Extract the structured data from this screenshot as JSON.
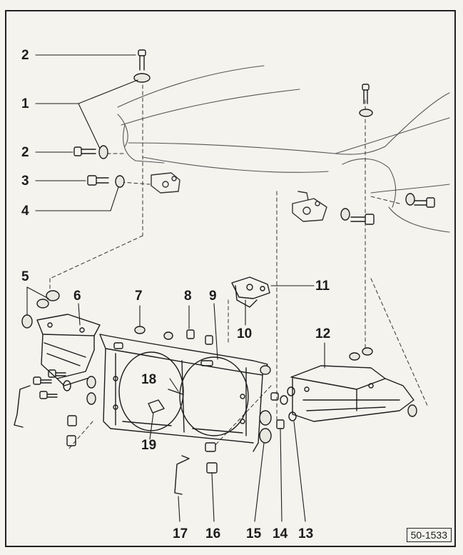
{
  "callouts": [
    {
      "id": "c1",
      "text": "1"
    },
    {
      "id": "c2a",
      "text": "2"
    },
    {
      "id": "c2b",
      "text": "2"
    },
    {
      "id": "c3",
      "text": "3"
    },
    {
      "id": "c4",
      "text": "4"
    },
    {
      "id": "c5",
      "text": "5"
    },
    {
      "id": "c6",
      "text": "6"
    },
    {
      "id": "c7",
      "text": "7"
    },
    {
      "id": "c8",
      "text": "8"
    },
    {
      "id": "c9",
      "text": "9"
    },
    {
      "id": "c10",
      "text": "10"
    },
    {
      "id": "c11",
      "text": "11"
    },
    {
      "id": "c12",
      "text": "12"
    },
    {
      "id": "c13",
      "text": "13"
    },
    {
      "id": "c14",
      "text": "14"
    },
    {
      "id": "c15",
      "text": "15"
    },
    {
      "id": "c16",
      "text": "16"
    },
    {
      "id": "c17",
      "text": "17"
    },
    {
      "id": "c18",
      "text": "18"
    },
    {
      "id": "c19",
      "text": "19"
    }
  ],
  "reference_code": "50-1533",
  "colors": {
    "ink": "#1c1c1c",
    "paper": "#f4f3ee",
    "faint": "#555555"
  }
}
